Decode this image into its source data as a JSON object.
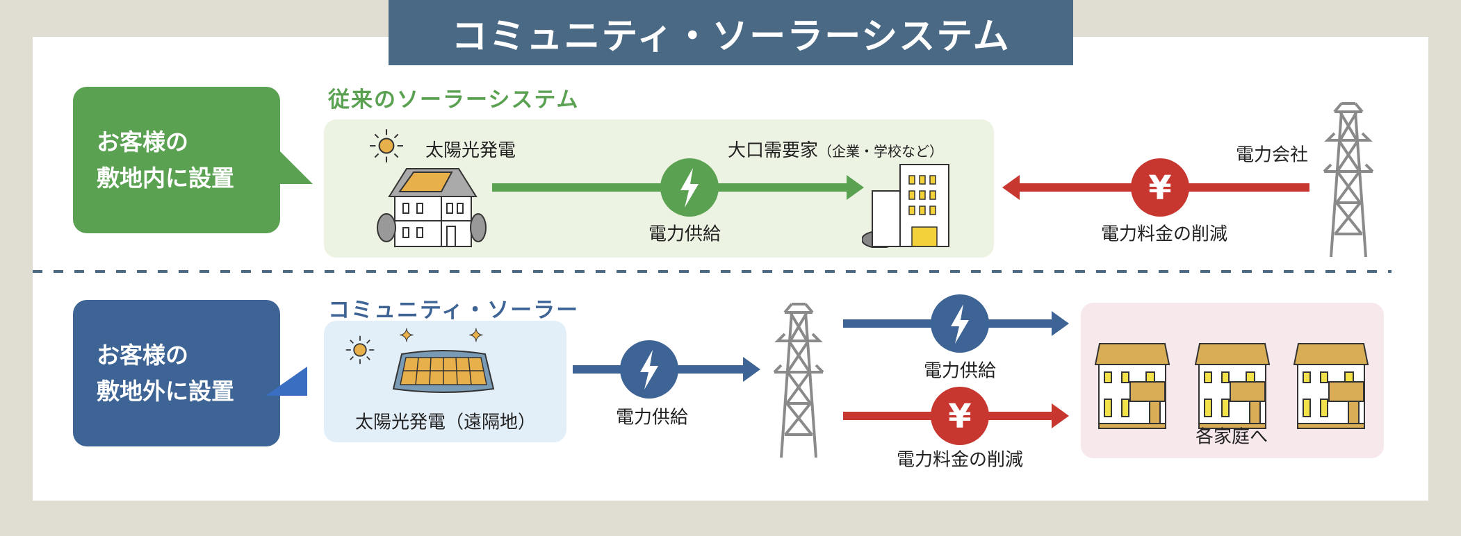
{
  "title": "コミュニティ・ソーラーシステム",
  "colors": {
    "background": "#e0ddd2",
    "title_bar": "#4a6984",
    "green": "#5ba152",
    "blue": "#3d6494",
    "red": "#c8372f",
    "light_green": "#edf3e2",
    "light_blue": "#e3eff8",
    "light_pink": "#f7e8ec"
  },
  "traditional": {
    "label_line1": "お客様の",
    "label_line2": "敷地内に設置",
    "heading": "従来のソーラーシステム",
    "solar_label": "太陽光発電",
    "supply_label": "電力供給",
    "consumer_label": "大口需要家",
    "consumer_note": "（企業・学校など）",
    "reduction_label": "電力料金の削減",
    "utility_label": "電力会社",
    "icons": [
      "sun-icon",
      "house-icon",
      "lightning-icon",
      "building-icon",
      "yen-icon",
      "power-tower-icon"
    ]
  },
  "community": {
    "label_line1": "お客様の",
    "label_line2": "敷地外に設置",
    "heading": "コミュニティ・ソーラー",
    "solar_label": "太陽光発電（遠隔地）",
    "supply_label_1": "電力供給",
    "supply_label_2": "電力供給",
    "reduction_label": "電力料金の削減",
    "homes_label": "各家庭へ",
    "icons": [
      "sun-icon",
      "sparkle-icon",
      "solar-panel-icon",
      "lightning-icon",
      "power-tower-icon",
      "yen-icon",
      "homes-icon"
    ]
  }
}
